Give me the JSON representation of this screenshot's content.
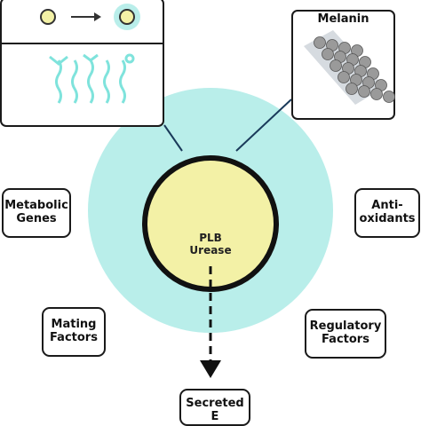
{
  "colors": {
    "capsule": "#b9eeea",
    "cell_fill": "#f3f1a6",
    "cell_border": "#111111",
    "accent_cyan": "#7fe3dc",
    "melanin_granule": "#9a9a9a",
    "melanin_bg": "#d6dbe0",
    "line": "#1a3a5a"
  },
  "cell": {
    "line1": "PLB",
    "line2": "Urease"
  },
  "panels": {
    "capsule_inset": {
      "icon": "capsule-growth-icon"
    },
    "melanin_inset": {
      "title": "Melanin",
      "icon": "melanin-granules-icon"
    }
  },
  "labels": {
    "metabolic": {
      "line1": "Metabolic",
      "line2": "Genes"
    },
    "antioxidants": {
      "line1": "Anti-",
      "line2": "oxidants"
    },
    "mating": {
      "line1": "Mating",
      "line2": "Factors"
    },
    "regulatory": {
      "line1": "Regulatory",
      "line2": "Factors"
    },
    "secreted": {
      "line1": "Secreted",
      "line2": "E"
    }
  }
}
